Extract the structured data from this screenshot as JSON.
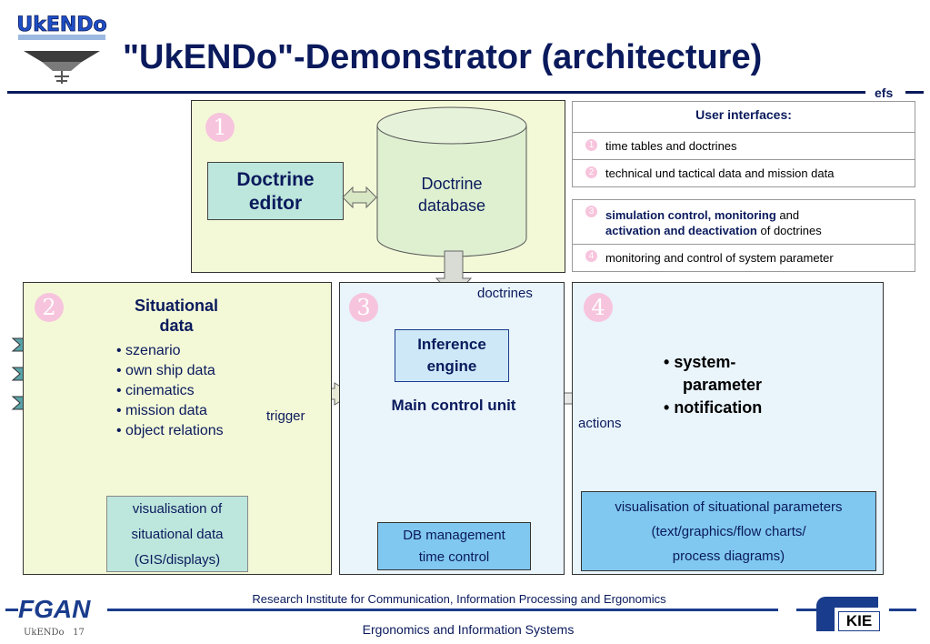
{
  "header": {
    "logo_text": "UkENDo",
    "title": "\"UkENDo\"-Demonstrator (architecture)",
    "section_tag": "efs"
  },
  "panel1": {
    "number": "1",
    "doctrine_editor": [
      "Doctrine",
      "editor"
    ],
    "doctrine_database": [
      "Doctrine",
      "database"
    ]
  },
  "user_interfaces": {
    "heading": "User interfaces",
    "heading_colon": ":",
    "items": [
      {
        "num": "1",
        "text": "time tables and doctrines"
      },
      {
        "num": "2",
        "text": "technical und tactical data and mission data"
      }
    ],
    "items2": [
      {
        "num": "3",
        "bold1": "simulation control, monitoring",
        "plain1": " and",
        "bold2": "activation and deactivation",
        "plain2": " of doctrines"
      },
      {
        "num": "4",
        "text": "monitoring and control of system parameter"
      }
    ]
  },
  "panel2": {
    "number": "2",
    "heading": [
      "Situational",
      "data"
    ],
    "bullets": [
      "• szenario",
      "• own ship data",
      "• cinematics",
      "• mission data",
      "• object relations"
    ],
    "trigger_label": "trigger",
    "vis_box": [
      "visualisation of",
      "situational data",
      "(GIS/displays)"
    ]
  },
  "panel3": {
    "number": "3",
    "doctrines_label": "doctrines",
    "inference_engine": [
      "Inference",
      "engine"
    ],
    "main_control_unit": "Main control unit",
    "db_box": [
      "DB management",
      "time control"
    ]
  },
  "panel4": {
    "number": "4",
    "actions_label": "actions",
    "bullets": [
      "system-",
      "parameter",
      "notification"
    ],
    "vis_box": [
      "visualisation of situational parameters",
      "(text/graphics/flow charts/",
      "process diagrams)"
    ]
  },
  "footer": {
    "fgan": "FGAN",
    "institute": "Research Institute for Communication, Information Processing and Ergonomics",
    "department": "Ergonomics and Information Systems",
    "slide_ref": "UkENDo",
    "page": "17",
    "kie": "KIE"
  }
}
